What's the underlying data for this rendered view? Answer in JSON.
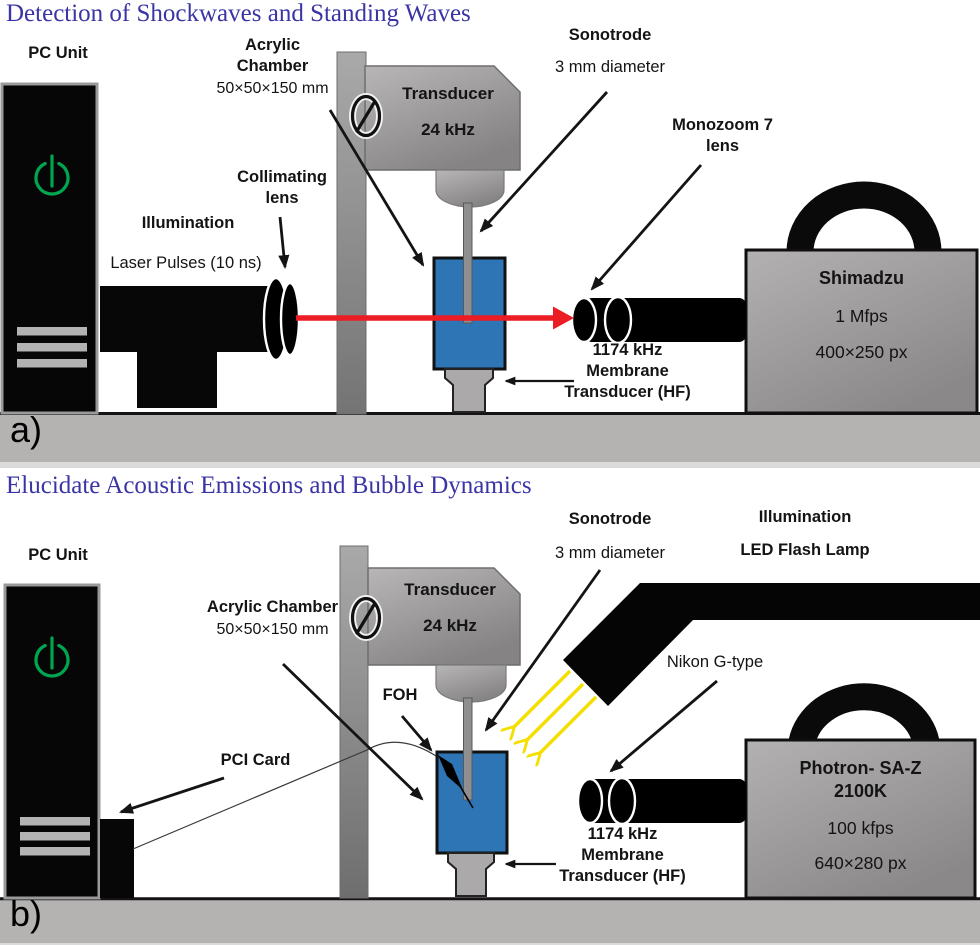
{
  "colors": {
    "title_purple": "#3A34A4",
    "chamber_blue": "#2E75B6",
    "laser_red": "#EC1C24",
    "flash_yellow": "#F5DF00",
    "power_green": "#00A550",
    "ground_gray": "#B5B2B2"
  },
  "a": {
    "title": "Detection of Shockwaves and Standing Waves",
    "pc_unit": "PC Unit",
    "acrylic_1": "Acrylic",
    "acrylic_2": "Chamber",
    "acrylic_dims": "50×50×150 mm",
    "collimating_1": "Collimating",
    "collimating_2": "lens",
    "illumination": "Illumination",
    "laser_pulses": "Laser Pulses (10 ns)",
    "transducer": "Transducer",
    "transducer_freq": "24 kHz",
    "sonotrode": "Sonotrode",
    "sonotrode_dia": "3 mm diameter",
    "monozoom_1": "Monozoom 7",
    "monozoom_2": "lens",
    "membrane_1": "1174 kHz",
    "membrane_2": "Membrane",
    "membrane_3": "Transducer (HF)",
    "camera_name": "Shimadzu",
    "camera_fps": "1 Mfps",
    "camera_res": "400×250 px",
    "panel": "a)"
  },
  "b": {
    "title": "Elucidate Acoustic Emissions and Bubble Dynamics",
    "pc_unit": "PC Unit",
    "pci_card": "PCI Card",
    "acrylic": "Acrylic Chamber",
    "acrylic_dims": "50×50×150 mm",
    "foh": "FOH",
    "transducer": "Transducer",
    "transducer_freq": "24 kHz",
    "sonotrode": "Sonotrode",
    "sonotrode_dia": "3 mm diameter",
    "illumination": "Illumination",
    "led_lamp": "LED Flash Lamp",
    "nikon": "Nikon G-type",
    "membrane_1": "1174 kHz",
    "membrane_2": "Membrane",
    "membrane_3": "Transducer (HF)",
    "camera_name_1": "Photron- SA-Z",
    "camera_name_2": "2100K",
    "camera_fps": "100 kfps",
    "camera_res": "640×280 px",
    "panel": "b)"
  }
}
